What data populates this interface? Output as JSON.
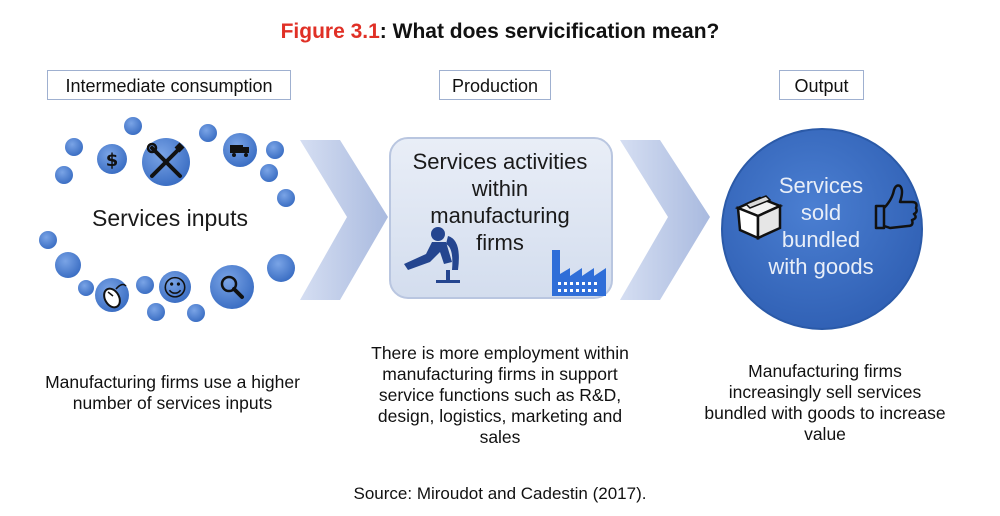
{
  "title": {
    "figure_number": "Figure 3.1",
    "text": ": What does servicification mean?"
  },
  "columns": {
    "intermediate": {
      "label": "Intermediate consumption"
    },
    "production": {
      "label": "Production"
    },
    "output": {
      "label": "Output"
    }
  },
  "inputs_label": "Services inputs",
  "production_box": {
    "line1": "Services activities",
    "line2": "within",
    "line3": "manufacturing",
    "line4": "firms"
  },
  "output_circle": {
    "line1": "Services",
    "line2": "sold",
    "line3": "bundled",
    "line4": "with goods"
  },
  "captions": {
    "left": "Manufacturing firms use a higher number of services inputs",
    "middle": "There is more employment within manufacturing firms in support service functions such as R&D, design, logistics, marketing and sales",
    "right": "Manufacturing firms increasingly sell services bundled with goods to increase value"
  },
  "source": "Source: Miroudot and Cadestin (2017).",
  "icons": {
    "dollar": "$",
    "smiley": "☺"
  },
  "colors": {
    "figure_number": "#e03026",
    "circle_fill": "#3f72c4",
    "dot_fill": "#4f82d0",
    "box_fill": "#dfe7f3",
    "box_border": "#b9c6e0",
    "chevron": "#b8c6e6",
    "factory": "#2f6ed8",
    "person": "#24458f"
  }
}
